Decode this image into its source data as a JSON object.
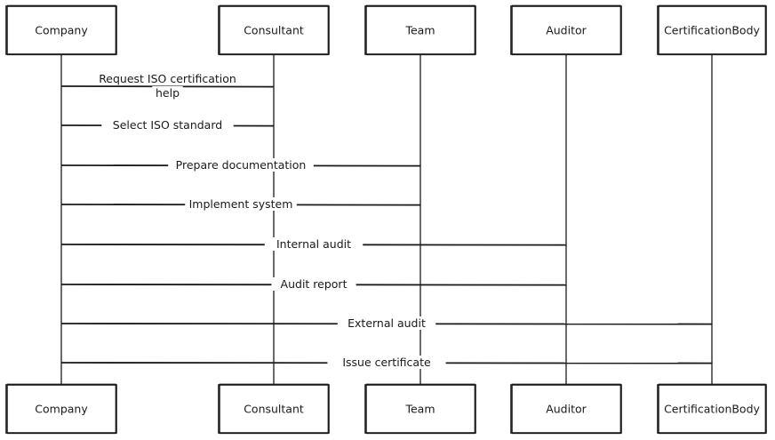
{
  "colors": {
    "stroke": "#1a1a1a",
    "background": "#ffffff"
  },
  "participants": [
    {
      "id": "company",
      "label": "Company"
    },
    {
      "id": "consultant",
      "label": "Consultant"
    },
    {
      "id": "team",
      "label": "Team"
    },
    {
      "id": "auditor",
      "label": "Auditor"
    },
    {
      "id": "certificationbody",
      "label": "CertificationBody"
    }
  ],
  "messages": [
    {
      "from": "company",
      "to": "consultant",
      "lines": [
        "Request ISO certification",
        "help"
      ]
    },
    {
      "from": "company",
      "to": "consultant",
      "lines": [
        "Select ISO standard"
      ]
    },
    {
      "from": "company",
      "to": "team",
      "lines": [
        "Prepare documentation"
      ]
    },
    {
      "from": "company",
      "to": "team",
      "lines": [
        "Implement system"
      ]
    },
    {
      "from": "company",
      "to": "auditor",
      "lines": [
        "Internal audit"
      ]
    },
    {
      "from": "company",
      "to": "auditor",
      "lines": [
        "Audit report"
      ]
    },
    {
      "from": "company",
      "to": "certificationbody",
      "lines": [
        "External audit"
      ]
    },
    {
      "from": "company",
      "to": "certificationbody",
      "lines": [
        "Issue certificate"
      ]
    }
  ]
}
